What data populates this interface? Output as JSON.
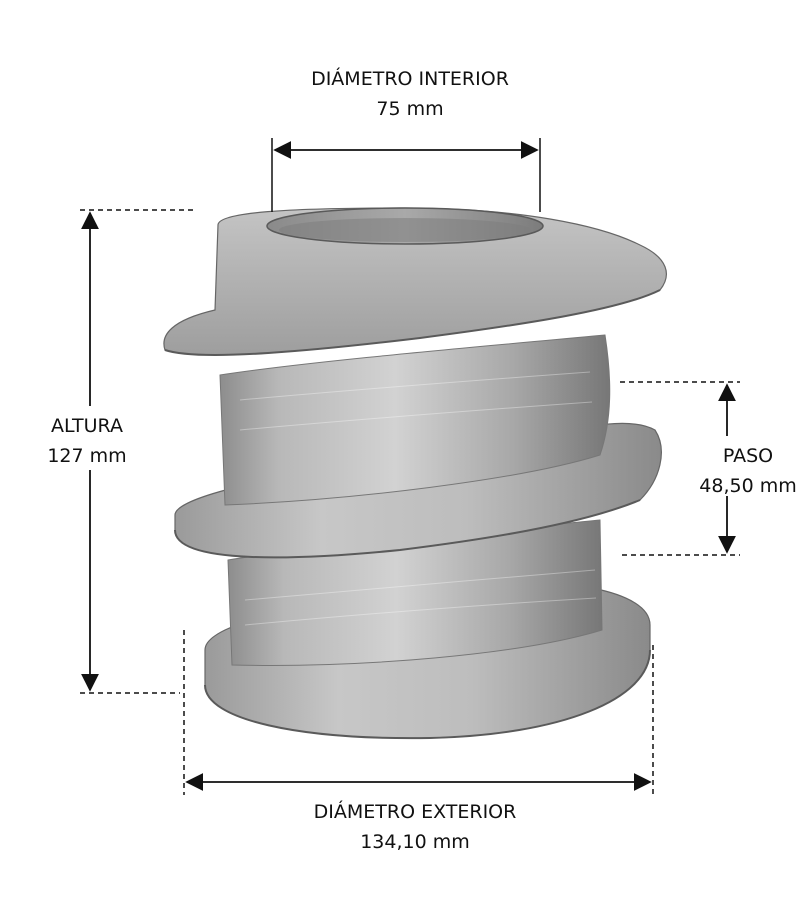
{
  "dimensions": {
    "inner_diameter": {
      "label": "DIÁMETRO INTERIOR",
      "value": "75 mm"
    },
    "outer_diameter": {
      "label": "DIÁMETRO EXTERIOR",
      "value": "134,10 mm"
    },
    "height": {
      "label": "ALTURA",
      "value": "127 mm"
    },
    "pitch": {
      "label": "PASO",
      "value": "48,50 mm"
    }
  },
  "colors": {
    "text": "#111111",
    "dimension_line": "#111111",
    "metal_light": "#c9c9c9",
    "metal_mid": "#a5a5a5",
    "metal_dark": "#6f6f6f",
    "metal_shadow": "#4e4e4e",
    "background": "#ffffff"
  }
}
